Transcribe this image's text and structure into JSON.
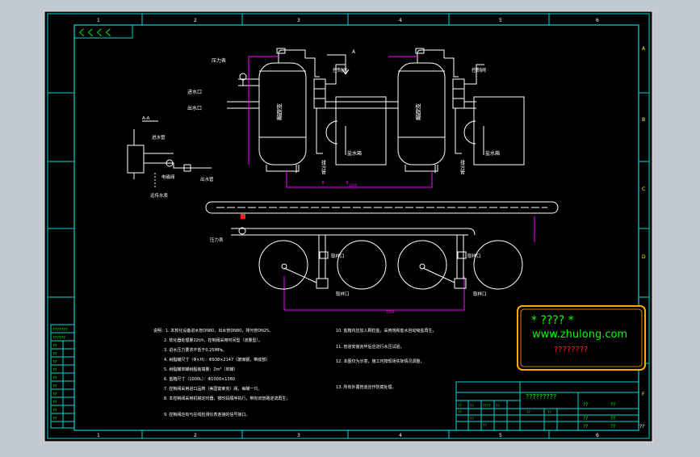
{
  "colors": {
    "background": "#c2c8d0",
    "sheet": "#000000",
    "line": "#ffffff",
    "frame": "#00d7d7",
    "magenta": "#ff00ff",
    "yellow": "#ffff00",
    "green": "#00ff00",
    "red": "#ff2020",
    "watermark_border": "#ffaa00"
  },
  "grid_columns": [
    "1",
    "2",
    "3",
    "4",
    "5",
    "6"
  ],
  "grid_rows": [
    "A",
    "B",
    "C",
    "D",
    "E",
    "F"
  ],
  "corner_stamp": "くくくく",
  "section_label": "A-A",
  "section_marker": "A",
  "labels": {
    "pressure_gauge_top": "压力表",
    "inlet": "进水口",
    "outlet": "出水口",
    "tank_1": "树脂罐",
    "tank_2": "树脂罐",
    "valve_1": "控制阀",
    "valve_2": "控制阀",
    "brine_1": "盐水箱",
    "brine_2": "盐水箱",
    "drain_1": "排污管",
    "drain_2": "排污管",
    "section_inlet": "进水管",
    "section_outlet": "出水管",
    "section_valve": "电磁阀",
    "section_meter": "远传水表",
    "pressure_gauge_bottom": "压力表",
    "sample_1": "取样口",
    "sample_2": "取样口",
    "sample_3": "取样口",
    "sample_4": "取样口"
  },
  "dims": {
    "top_span": "1200",
    "bottom_span": "1200"
  },
  "notes_left": [
    "说明：1. 本软化设备进水管DN80，出水管DN80，排污管DN25。",
    "2. 软化器处理量22t/h，控制阀采用时间型（流量型）。",
    "3. 进水压力要求不低于0.25MPa。",
    "4. 树脂罐尺寸（Φ×H）：Φ938×2147（玻璃钢，带底部）",
    "5. 树脂罐单罐树脂装填量：2m³（单罐）",
    "6. 盐箱尺寸（1000L）：Φ1000×1380",
    "7. 控制阀采用进口品牌（美国富莱克）阀，每罐一只。",
    "8. 本控制阀采用机械定时器，按时段顺序执行，带有双管路逆流再生，",
    "9. 控制阀应有与在线检测仪表连接的信号接口。"
  ],
  "notes_right": [
    "10. 盐箱内应加入颗粒盐，采用饱和盐水自动吸盐再生，",
    "11. 管道安装完毕后应进行水压试验，",
    "12. 本图仅为示意，施工时按现场实际情况调整，",
    "13. 所有外露管道应作防腐处理。"
  ],
  "left_strip": [
    "???????",
    "??????",
    "??",
    "??",
    "??",
    "??",
    "??",
    "??",
    "??",
    "??",
    "??",
    "??"
  ],
  "title_block": {
    "center_title": "?????????",
    "mini_texts": [
      "??",
      "??",
      "????",
      "??",
      "??",
      "??",
      "??",
      "??",
      "??"
    ],
    "right_cells": [
      "??",
      "??",
      "??",
      "??",
      "??",
      "??"
    ],
    "sheet_no": "??"
  },
  "watermark": {
    "line1": "* ???? *",
    "line2": "www.zhulong.com",
    "line3": "????????"
  }
}
